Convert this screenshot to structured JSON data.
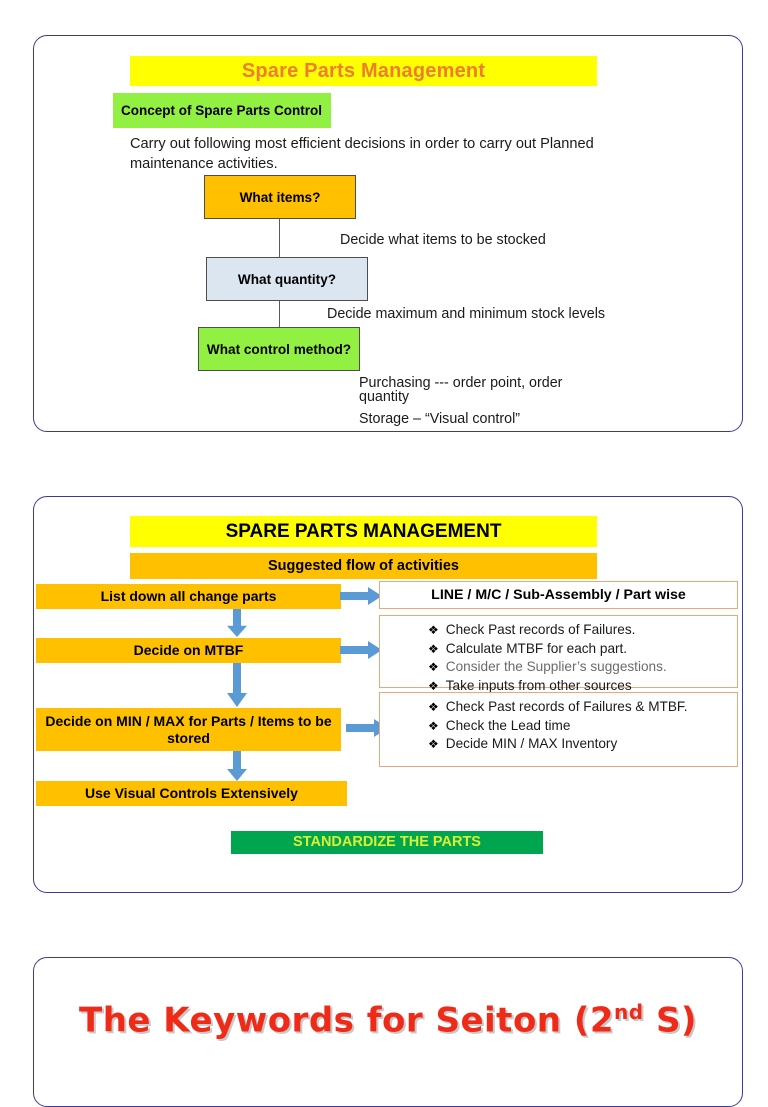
{
  "colors": {
    "frame_border": "#3b3b9e",
    "title_yellow_bg": "#ffff00",
    "title_orange_text": "#ED7D31",
    "orange_bar": "#FFC000",
    "bright_green": "#92f043",
    "light_blue": "#DCE6F1",
    "arrow_blue": "#5B9BD5",
    "standardize_green_bg": "#00A550",
    "standardize_text": "#D9F034",
    "keywords_red": "#ef2b18",
    "white_box_border": "#E8A87C"
  },
  "slide1": {
    "title": "Spare Parts Management",
    "concept_label": "Concept of Spare Parts Control",
    "paragraph": "Carry out following most efficient decisions  in order to carry out Planned maintenance activities.",
    "boxes": [
      {
        "label": "What items?"
      },
      {
        "label": "What quantity?"
      },
      {
        "label": "What control method?"
      }
    ],
    "notes": [
      "Decide what items to be stocked",
      "Decide maximum  and minimum stock levels",
      "Purchasing --- order point, order quantity",
      "Storage – “Visual control”"
    ]
  },
  "slide2": {
    "title": "SPARE PARTS MANAGEMENT",
    "subtitle": "Suggested flow of activities",
    "steps": [
      "List down all change parts",
      "Decide on  MTBF",
      "Decide on MIN / MAX for Parts / Items to be   stored",
      "Use Visual Controls Extensively"
    ],
    "detail_boxes": [
      {
        "heading": "LINE / M/C / Sub-Assembly / Part wise",
        "bullets": []
      },
      {
        "heading": "",
        "bullets": [
          "Check Past records of Failures.",
          "Calculate MTBF for each part.",
          "Consider the Supplier’s suggestions.",
          "Take inputs from other sources"
        ]
      },
      {
        "heading": "",
        "bullets": [
          "Check Past records of Failures & MTBF.",
          "Check the Lead time",
          "Decide MIN / MAX Inventory"
        ]
      }
    ],
    "bullet_glyph": "❖",
    "standardize": "STANDARDIZE THE PARTS"
  },
  "slide3": {
    "title_main": "The Keywords for Seiton (2",
    "title_sup": "nd",
    "title_tail": " S)"
  }
}
